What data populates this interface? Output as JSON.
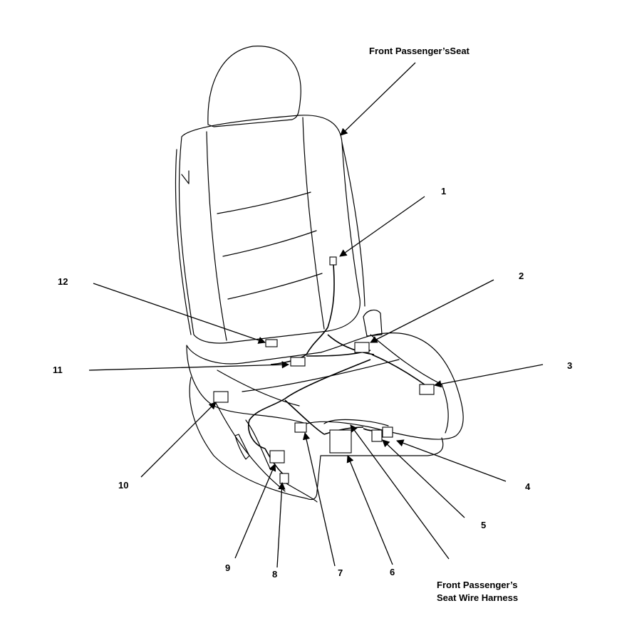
{
  "title": "Front Passenger’sSeat",
  "harness_label": [
    "Front Passenger’s",
    "Seat Wire Harness"
  ],
  "callouts": [
    "1",
    "2",
    "3",
    "4",
    "5",
    "6",
    "7",
    "8",
    "9",
    "10",
    "11",
    "12"
  ],
  "colors": {
    "ink": "#000000",
    "background": "#ffffff"
  }
}
